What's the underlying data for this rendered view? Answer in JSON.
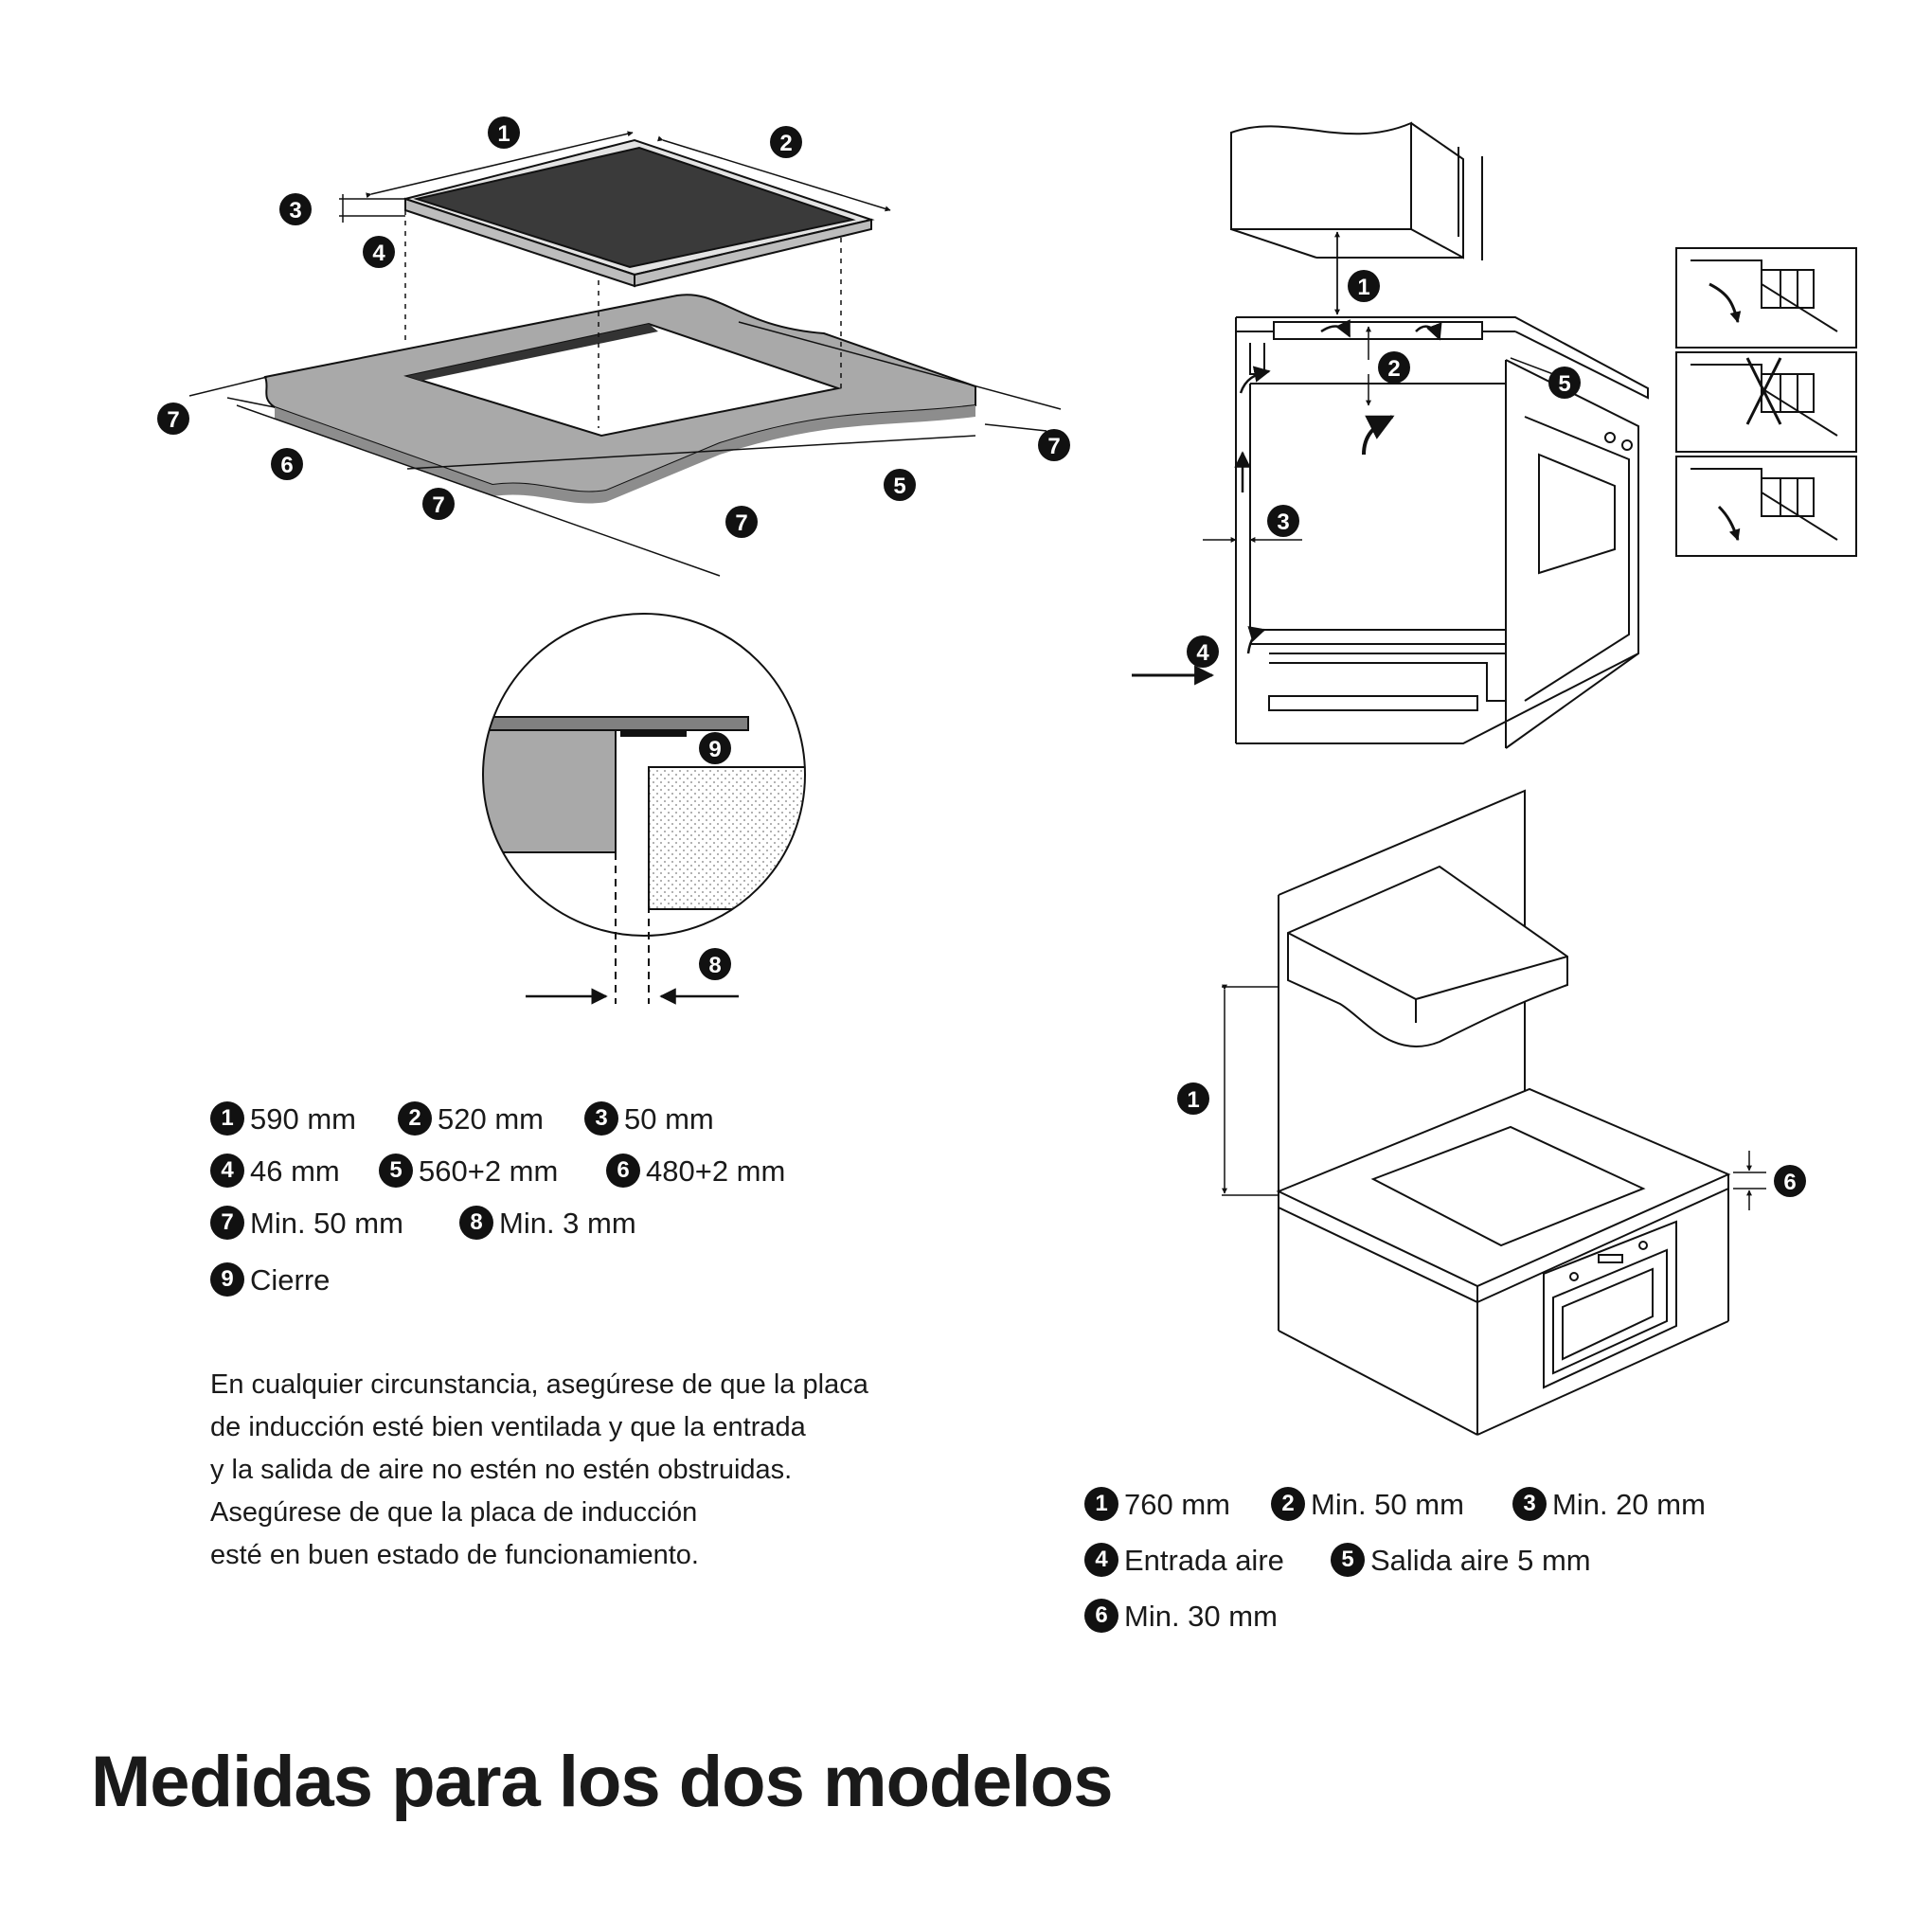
{
  "callouts": [
    "1",
    "2",
    "3",
    "4",
    "5",
    "6",
    "7",
    "8",
    "9"
  ],
  "legend_left": [
    {
      "num": "1",
      "text": "590 mm"
    },
    {
      "num": "2",
      "text": "520 mm"
    },
    {
      "num": "3",
      "text": "50 mm"
    },
    {
      "num": "4",
      "text": "46 mm"
    },
    {
      "num": "5",
      "text": "560+2 mm"
    },
    {
      "num": "6",
      "text": "480+2 mm"
    },
    {
      "num": "7",
      "text": "Min. 50 mm"
    },
    {
      "num": "8",
      "text": "Min. 3 mm"
    },
    {
      "num": "9",
      "text": "Cierre"
    }
  ],
  "legend_right": [
    {
      "num": "1",
      "text": "760 mm"
    },
    {
      "num": "2",
      "text": "Min. 50 mm"
    },
    {
      "num": "3",
      "text": "Min. 20 mm"
    },
    {
      "num": "4",
      "text": "Entrada aire"
    },
    {
      "num": "5",
      "text": "Salida aire 5 mm"
    },
    {
      "num": "6",
      "text": "Min. 30 mm"
    }
  ],
  "paragraph": [
    "En cualquier circunstancia, asegúrese de que la placa",
    "de inducción esté bien ventilada y que la entrada",
    "y la salida de aire no estén no estén obstruidas.",
    "Asegúrese de que la placa de inducción",
    "esté en buen estado de funcionamiento."
  ],
  "heading": "Medidas para los dos modelos",
  "colors": {
    "ink": "#111111",
    "counter_grey": "#a9a9a9",
    "hob_dark": "#3a3a3a"
  }
}
